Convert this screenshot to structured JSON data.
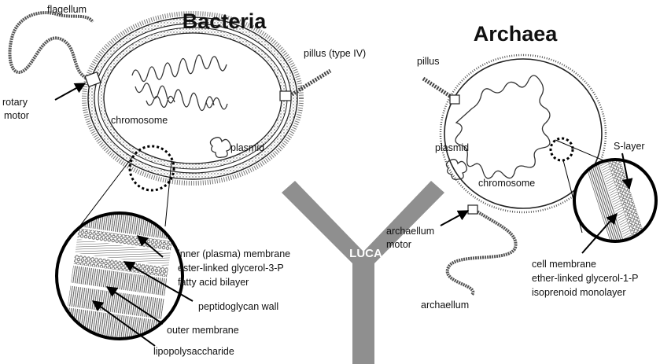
{
  "bacteria": {
    "title": "Bacteria",
    "flagellum": "flagellum",
    "rotary_motor_line1": "rotary",
    "rotary_motor_line2": "motor",
    "pillus": "pillus (type IV)",
    "chromosome": "chromosome",
    "plasmid": "plasmid",
    "inner_membrane": "inner (plasma) membrane",
    "ester_linked": "ester-linked glycerol-3-P",
    "fatty_acid": "fatty acid bilayer",
    "peptidoglycan": "peptidoglycan wall",
    "outer_membrane": "outer membrane",
    "lipopolysaccharide": "lipopolysaccharide"
  },
  "archaea": {
    "title": "Archaea",
    "pillus": "pillus",
    "s_layer": "S-layer",
    "plasmid": "plasmid",
    "chromosome": "chromosome",
    "archaellum_motor_line1": "archaellum",
    "archaellum_motor_line2": "motor",
    "archaellum": "archaellum",
    "cell_membrane": "cell membrane",
    "ether_linked": "ether-linked glycerol-1-P",
    "isoprenoid": "isoprenoid monolayer"
  },
  "luca": {
    "label": "LUCA",
    "color": "#8f8f8f"
  }
}
